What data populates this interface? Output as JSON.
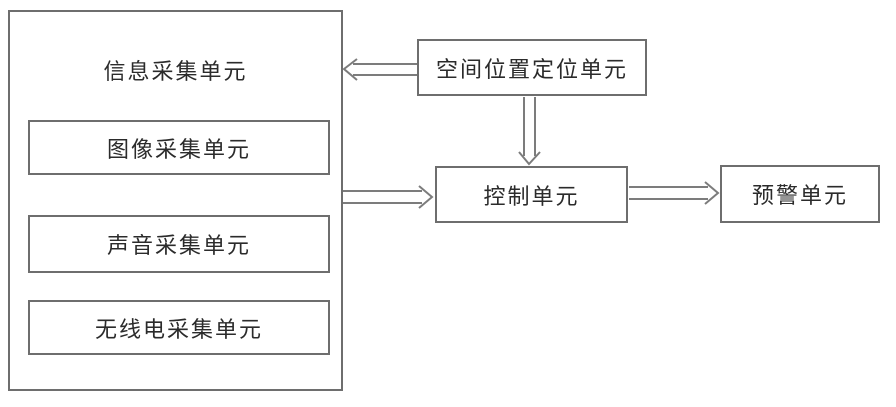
{
  "diagram": {
    "info_unit": {
      "label": "信息采集单元"
    },
    "sub_units": [
      {
        "label": "图像采集单元"
      },
      {
        "label": "声音采集单元"
      },
      {
        "label": "无线电采集单元"
      }
    ],
    "positioning_unit": {
      "label": "空间位置定位单元"
    },
    "control_unit": {
      "label": "控制单元"
    },
    "warning_unit": {
      "label": "预警单元"
    },
    "connections": [
      {
        "from": "positioning_unit",
        "to": "info_unit",
        "direction": "left"
      },
      {
        "from": "positioning_unit",
        "to": "control_unit",
        "direction": "down"
      },
      {
        "from": "info_unit",
        "to": "control_unit",
        "direction": "right"
      },
      {
        "from": "control_unit",
        "to": "warning_unit",
        "direction": "right"
      }
    ],
    "colors": {
      "border": "#6e6e6e",
      "line": "#7c7c7c",
      "text": "#2b2b2b",
      "background": "#ffffff"
    }
  }
}
